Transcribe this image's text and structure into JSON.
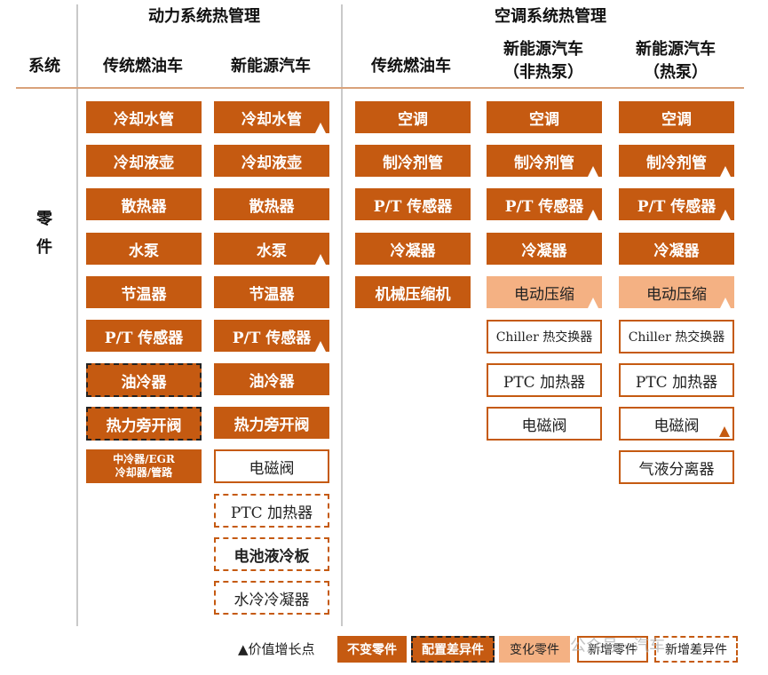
{
  "header": {
    "system_label": "系统",
    "powertrain_title": "动力系统热管理",
    "ac_title": "空调系统热管理",
    "col_ice_1": "传统燃油车",
    "col_nev_1": "新能源汽车",
    "col_ice_2": "传统燃油车",
    "col_nev_nohp_l1": "新能源汽车",
    "col_nev_nohp_l2": "（非热泵）",
    "col_nev_hp_l1": "新能源汽车",
    "col_nev_hp_l2": "（热泵）"
  },
  "row_label_1": "零",
  "row_label_2": "件",
  "columns": {
    "ice_power": [
      "冷却水管",
      "冷却液壶",
      "散热器",
      "水泵",
      "节温器",
      "P/T 传感器",
      "油冷器",
      "热力旁开阀",
      "中冷器/EGR",
      "冷却器/管路"
    ],
    "nev_power": [
      "冷却水管",
      "冷却液壶",
      "散热器",
      "水泵",
      "节温器",
      "P/T 传感器",
      "油冷器",
      "热力旁开阀",
      "电磁阀",
      "PTC 加热器",
      "电池液冷板",
      "水冷冷凝器"
    ],
    "ice_ac": [
      "空调",
      "制冷剂管",
      "P/T 传感器",
      "冷凝器",
      "机械压缩机"
    ],
    "nev_nohp": [
      "空调",
      "制冷剂管",
      "P/T 传感器",
      "冷凝器",
      "电动压缩",
      "Chiller 热交换器",
      "PTC 加热器",
      "电磁阀"
    ],
    "nev_hp": [
      "空调",
      "制冷剂管",
      "P/T 传感器",
      "冷凝器",
      "电动压缩",
      "Chiller 热交换器",
      "PTC 加热器",
      "电磁阀",
      "气液分离器"
    ]
  },
  "legend": {
    "growth_point": "▲价值增长点",
    "unchanged": "不变零件",
    "config_diff": "配置差异件",
    "changed": "变化零件",
    "new_part": "新增零件",
    "new_diff": "新增差异件"
  },
  "watermark": "公众号 · 汽车",
  "colors": {
    "solid": "#c55a11",
    "light": "#f4b183",
    "divider": "#d9a27a"
  }
}
